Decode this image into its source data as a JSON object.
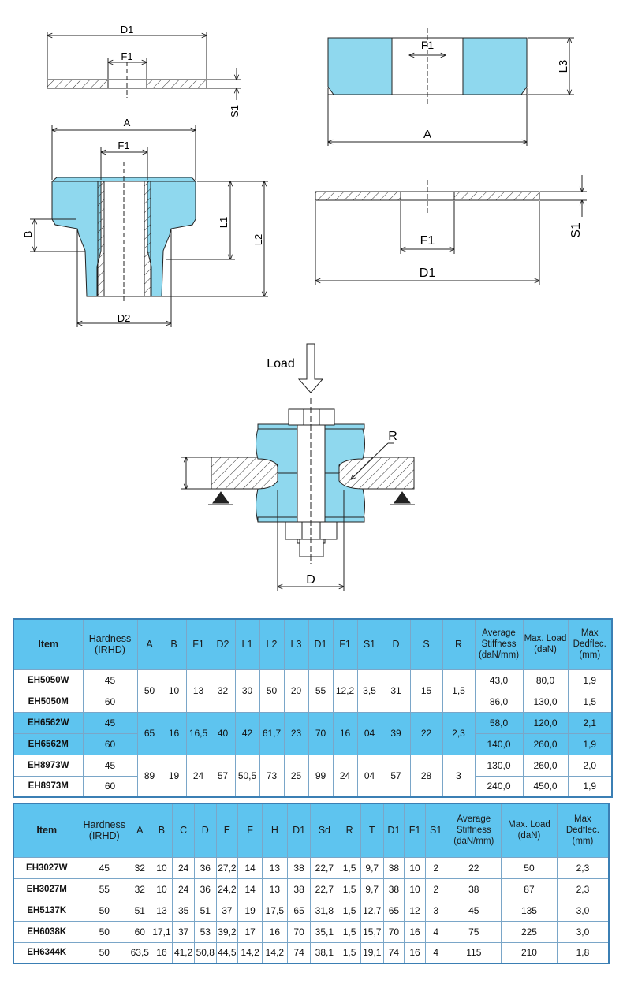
{
  "drawings": {
    "plate_top_left": {
      "d1": "D1",
      "f1": "F1",
      "s1": "S1"
    },
    "mount_cross_section": {
      "a": "A",
      "f1": "F1",
      "b": "B",
      "l1": "L1",
      "l2": "L2",
      "d2": "D2"
    },
    "cylinder_side": {
      "f1": "F1",
      "l3": "L3",
      "a": "A"
    },
    "plate_right": {
      "f1": "F1",
      "d1": "D1",
      "s1": "S1"
    },
    "assembly": {
      "load": "Load",
      "r": "R",
      "d": "D"
    }
  },
  "table1": {
    "headers": [
      "Item",
      "Hardness (IRHD)",
      "A",
      "B",
      "F1",
      "D2",
      "L1",
      "L2",
      "L3",
      "D1",
      "F1",
      "S1",
      "D",
      "S",
      "R",
      "Average Stiffness (daN/mm)",
      "Max. Load (daN)",
      "Max Dedflec. (mm)"
    ],
    "groups": [
      {
        "shared": {
          "a": "50",
          "b": "10",
          "f1": "13",
          "d2": "32",
          "l1": "30",
          "l2": "50",
          "l3": "20",
          "d1": "55",
          "f1b": "12,2",
          "s1": "3,5",
          "d": "31",
          "s": "15",
          "r": "1,5"
        },
        "rows": [
          {
            "item": "EH5050W",
            "hardness": "45",
            "stiffness": "43,0",
            "load": "80,0",
            "deflection": "1,9"
          },
          {
            "item": "EH5050M",
            "hardness": "60",
            "stiffness": "86,0",
            "load": "130,0",
            "deflection": "1,5"
          }
        ]
      },
      {
        "shared": {
          "a": "65",
          "b": "16",
          "f1": "16,5",
          "d2": "40",
          "l1": "42",
          "l2": "61,7",
          "l3": "23",
          "d1": "70",
          "f1b": "16",
          "s1": "04",
          "d": "39",
          "s": "22",
          "r": "2,3"
        },
        "rows": [
          {
            "item": "EH6562W",
            "hardness": "45",
            "stiffness": "58,0",
            "load": "120,0",
            "deflection": "2,1"
          },
          {
            "item": "EH6562M",
            "hardness": "60",
            "stiffness": "140,0",
            "load": "260,0",
            "deflection": "1,9"
          }
        ]
      },
      {
        "shared": {
          "a": "89",
          "b": "19",
          "f1": "24",
          "d2": "57",
          "l1": "50,5",
          "l2": "73",
          "l3": "25",
          "d1": "99",
          "f1b": "24",
          "s1": "04",
          "d": "57",
          "s": "28",
          "r": "3"
        },
        "rows": [
          {
            "item": "EH8973W",
            "hardness": "45",
            "stiffness": "130,0",
            "load": "260,0",
            "deflection": "2,0"
          },
          {
            "item": "EH8973M",
            "hardness": "60",
            "stiffness": "240,0",
            "load": "450,0",
            "deflection": "1,9"
          }
        ]
      }
    ]
  },
  "table2": {
    "headers": [
      "Item",
      "Hardness (IRHD)",
      "A",
      "B",
      "C",
      "D",
      "E",
      "F",
      "H",
      "D1",
      "Sd",
      "R",
      "T",
      "D1",
      "F1",
      "S1",
      "Average Stiffness (daN/mm)",
      "Max. Load (daN)",
      "Max Dedflec. (mm)"
    ],
    "rows": [
      {
        "cells": [
          "EH3027W",
          "45",
          "32",
          "10",
          "24",
          "36",
          "27,2",
          "14",
          "13",
          "38",
          "22,7",
          "1,5",
          "9,7",
          "38",
          "10",
          "2",
          "22",
          "50",
          "2,3"
        ]
      },
      {
        "cells": [
          "EH3027M",
          "55",
          "32",
          "10",
          "24",
          "36",
          "24,2",
          "14",
          "13",
          "38",
          "22,7",
          "1,5",
          "9,7",
          "38",
          "10",
          "2",
          "38",
          "87",
          "2,3"
        ]
      },
      {
        "cells": [
          "EH5137K",
          "50",
          "51",
          "13",
          "35",
          "51",
          "37",
          "19",
          "17,5",
          "65",
          "31,8",
          "1,5",
          "12,7",
          "65",
          "12",
          "3",
          "45",
          "135",
          "3,0"
        ]
      },
      {
        "cells": [
          "EH6038K",
          "50",
          "60",
          "17,1",
          "37",
          "53",
          "39,2",
          "17",
          "16",
          "70",
          "35,1",
          "1,5",
          "15,7",
          "70",
          "16",
          "4",
          "75",
          "225",
          "3,0"
        ]
      },
      {
        "cells": [
          "EH6344K",
          "50",
          "63,5",
          "16",
          "41,2",
          "50,8",
          "44,5",
          "14,2",
          "14,2",
          "74",
          "38,1",
          "1,5",
          "19,1",
          "74",
          "16",
          "4",
          "115",
          "210",
          "1,8"
        ]
      }
    ]
  },
  "colors": {
    "rubber": "#8fd8ee",
    "header": "#5ec4ef",
    "border": "#3b7fb4"
  }
}
